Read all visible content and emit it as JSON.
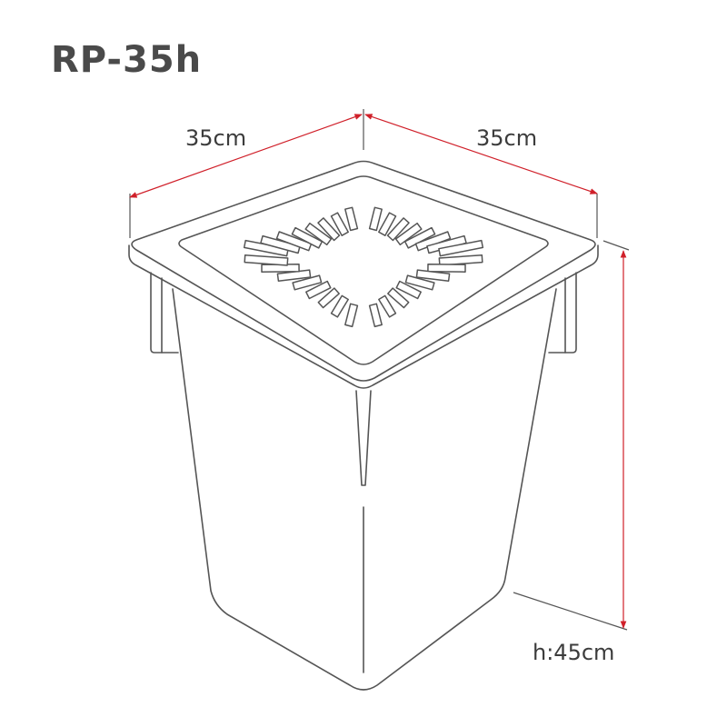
{
  "title": "RP-35h",
  "dimensions": {
    "width_left": "35cm",
    "width_right": "35cm",
    "height": "h:45cm"
  },
  "colors": {
    "dimension_line": "#d0202a",
    "outline": "#555555",
    "title_text": "#4a4a4a"
  }
}
